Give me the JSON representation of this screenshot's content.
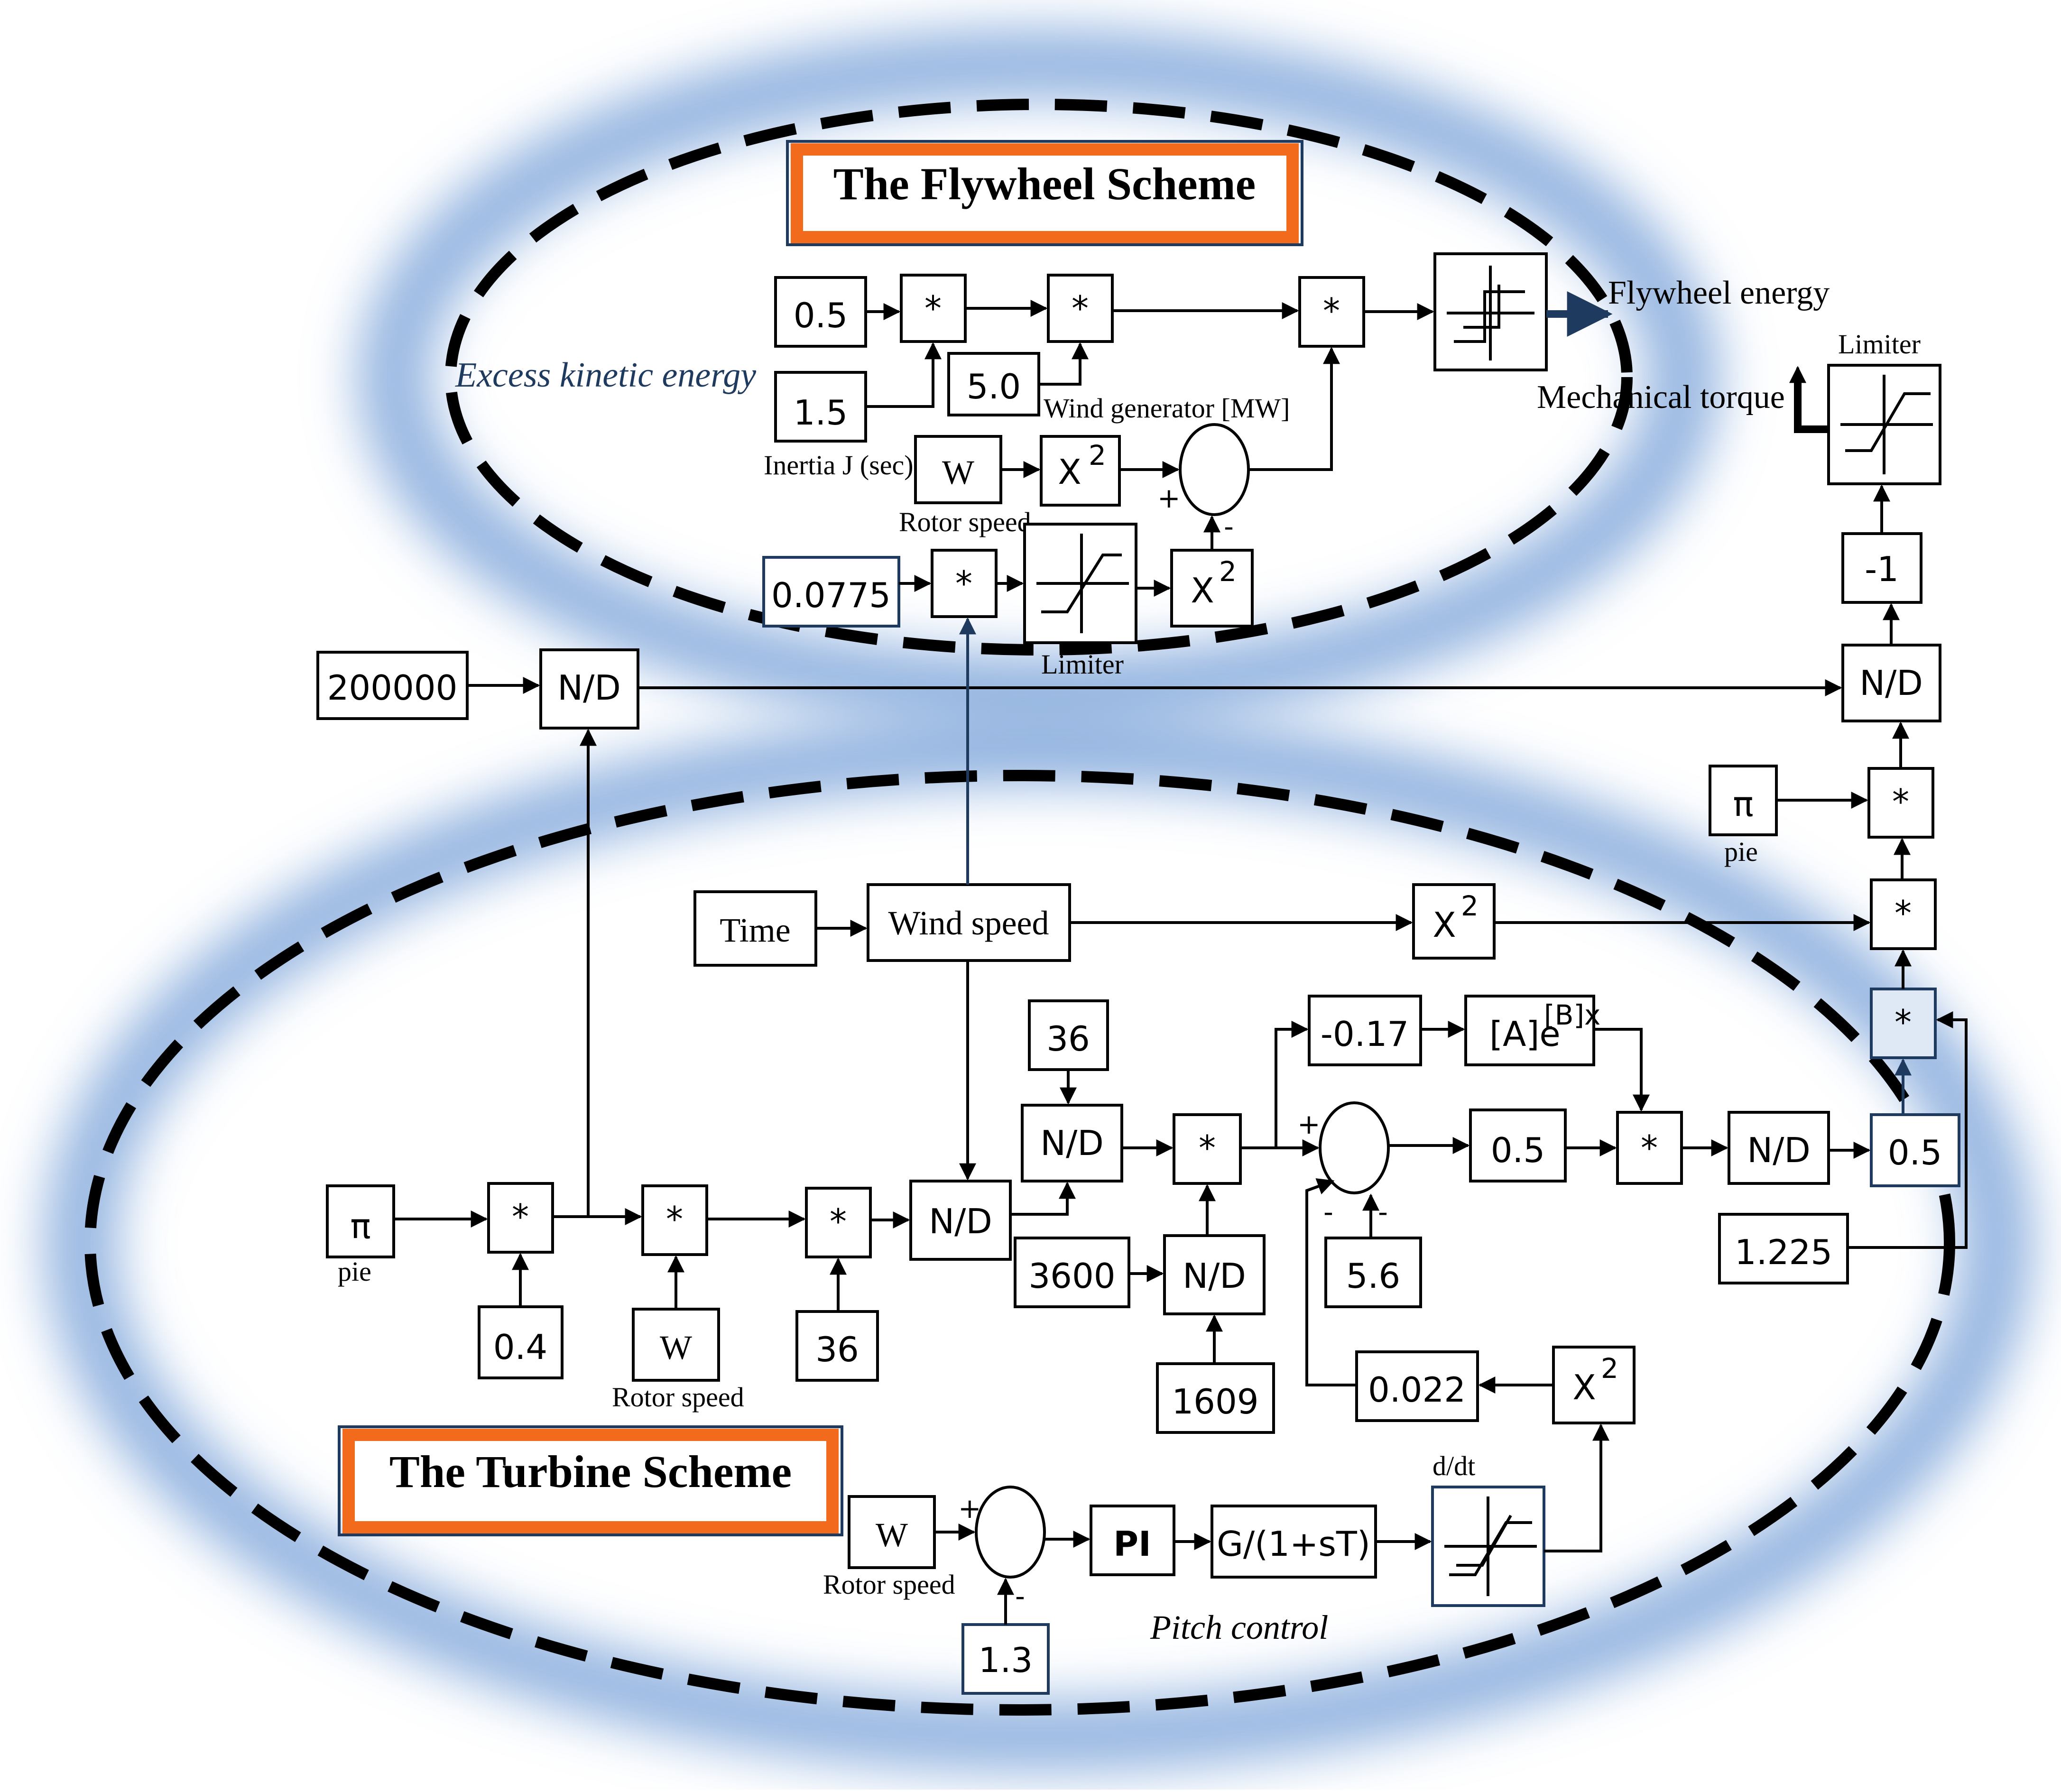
{
  "titles": {
    "flywheel": "The Flywheel Scheme",
    "turbine": "The Turbine Scheme"
  },
  "annotations": {
    "excess_kinetic_energy": "Excess kinetic energy",
    "flywheel_energy": "Flywheel energy",
    "mechanical_torque": "Mechanical torque",
    "limiter_top": "Limiter",
    "limiter_mid": "Limiter",
    "inertia": "Inertia J (sec)",
    "wind_generator": "Wind generator [MW]",
    "rotor_speed_1": "Rotor speed",
    "rotor_speed_2": "Rotor speed",
    "rotor_speed_3": "Rotor speed",
    "pie_1": "pie",
    "pie_2": "pie",
    "pitch_control": "Pitch control",
    "ddt": "d/dt"
  },
  "blocks": {
    "c05": "0.5",
    "c15": "1.5",
    "c50": "5.0",
    "mul_a": "*",
    "mul_b": "*",
    "mul_c": "*",
    "w1": "W",
    "x2_a": "X",
    "c00775": "0.0775",
    "mul_d": "*",
    "x2_b": "X",
    "neg1": "-1",
    "c200000": "200000",
    "nd_a": "N/D",
    "nd_b": "N/D",
    "pi_1": "π",
    "mul_e": "*",
    "time": "Time",
    "wind_speed": "Wind speed",
    "x2_c": "X",
    "mul_f": "*",
    "mul_g": "*",
    "c36a": "36",
    "c017": "-0.17",
    "exp": "[A]e",
    "exp_sup": "[B]x",
    "nd_c": "N/D",
    "mul_h": "*",
    "c05b": "0.5",
    "mul_i": "*",
    "nd_d": "N/D",
    "c05c": "0.5",
    "pi_2": "π",
    "mul_j": "*",
    "mul_k": "*",
    "mul_l": "*",
    "nd_e": "N/D",
    "c3600": "3600",
    "nd_f": "N/D",
    "c56": "5.6",
    "c1225": "1.225",
    "c04": "0.4",
    "w2": "W",
    "c36b": "36",
    "c1609": "1609",
    "c0022": "0.022",
    "x2_d": "X",
    "w3": "W",
    "pi_ctrl": "PI",
    "gsT": "G/(1+sT)",
    "c13": "1.3",
    "sup2": "2",
    "plus": "+",
    "minus": "-"
  },
  "colors": {
    "halo": "#6f9bd6",
    "title_border": "#f26b1d",
    "dashed": "#000000"
  }
}
